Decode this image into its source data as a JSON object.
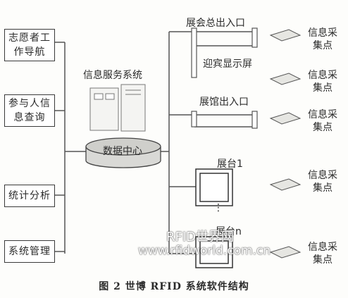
{
  "left_boxes": [
    "志愿者工作导航",
    "参与人信息查询",
    "统计分析",
    "系统管理"
  ],
  "center": {
    "service": "信息服务系统",
    "data_center": "数据中心"
  },
  "right": {
    "main_entrance": "展会总出入口",
    "welcome_screen": "迎宾显示屏",
    "hall_entrance": "展馆出入口",
    "booth1": "展台1",
    "dots": "⋮",
    "boothn": "展台n"
  },
  "node_label": "信息采集点",
  "watermark": {
    "line1": "RFID世界网",
    "line2": "www.rfidworld.com.cn"
  },
  "caption": "图 2   世博 RFID 系统软件结构"
}
